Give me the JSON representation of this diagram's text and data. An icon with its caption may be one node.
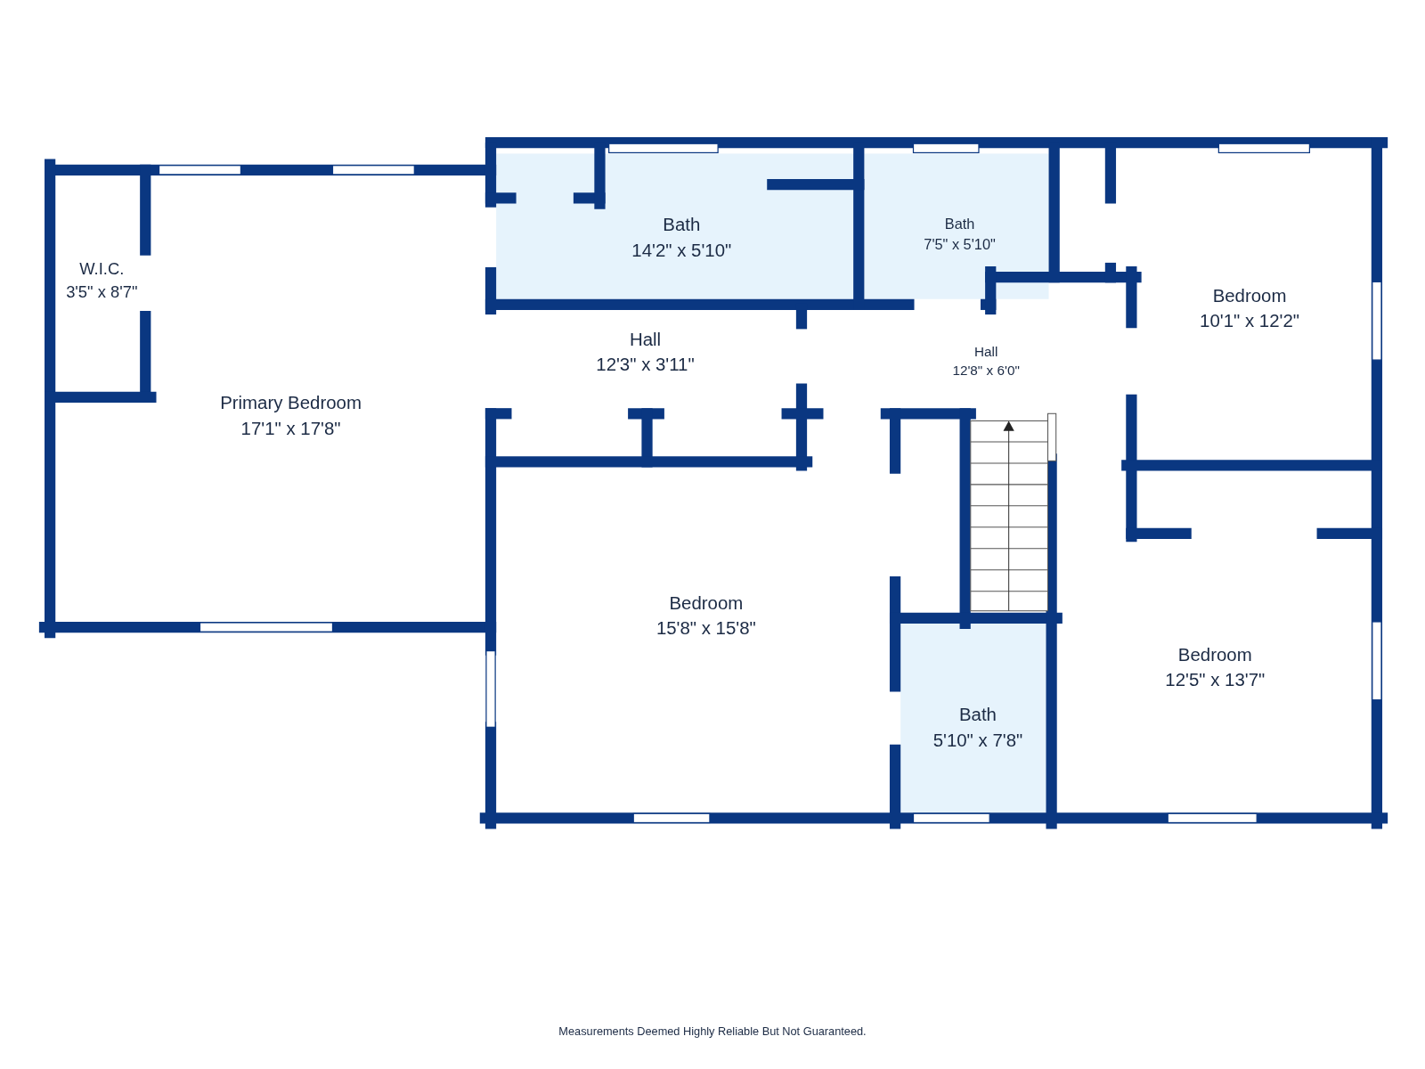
{
  "diagram": {
    "nodes": [
      {
        "text": [
          "W.I.C.",
          "3'5\" x 8'7\""
        ]
      },
      {
        "text": [
          "Primary Bedroom",
          "17'1\" x 17'8\""
        ]
      },
      {
        "text": [
          "Bath",
          "14'2\" x 5'10\""
        ]
      },
      {
        "text": [
          "Bath",
          "7'5\" x 5'10\""
        ]
      },
      {
        "text": [
          "Bedroom",
          "10'1\" x 12'2\""
        ]
      },
      {
        "text": [
          "Hall",
          "12'3\" x 3'11\""
        ]
      },
      {
        "text": [
          "Hall",
          "12'8\" x 6'0\""
        ]
      },
      {
        "text": [
          "Bedroom",
          "15'8\" x 15'8\""
        ]
      },
      {
        "text": [
          "Bath",
          "5'10\" x 7'8\""
        ]
      },
      {
        "text": [
          "Bedroom",
          "12'5\" x 13'7\""
        ]
      }
    ],
    "labels": [
      "Measurements Deemed Highly Reliable But Not Guaranteed."
    ]
  }
}
